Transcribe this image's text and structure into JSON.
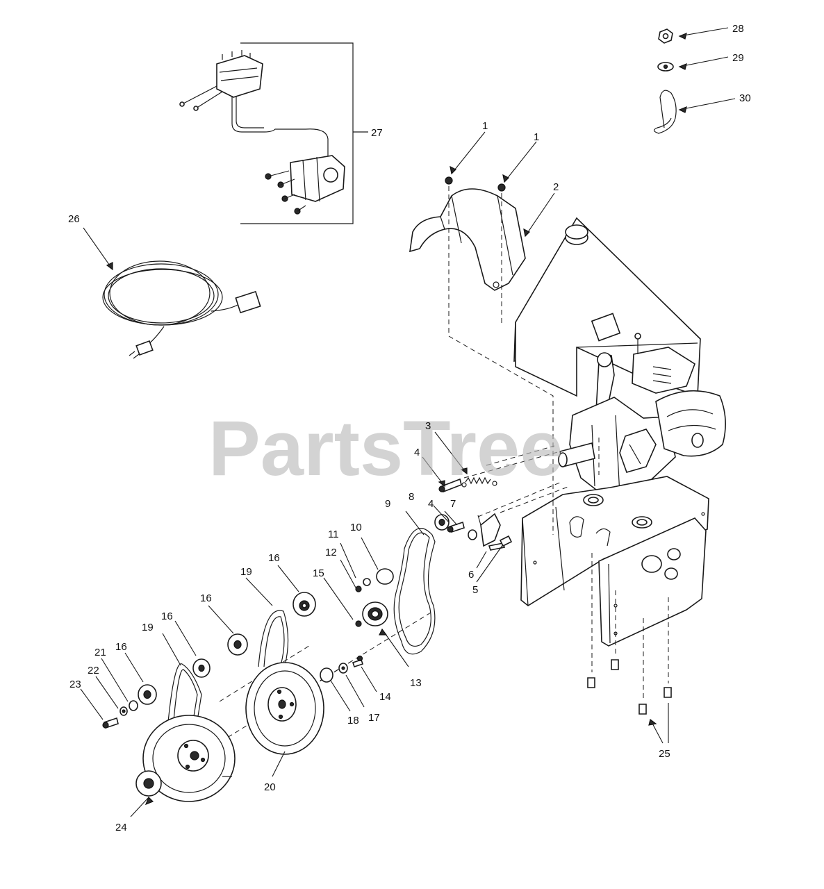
{
  "watermark": "PartsTree",
  "colors": {
    "ink": "#1a1a1a",
    "watermark": "#b9b9b9",
    "background": "#ffffff"
  },
  "callouts": {
    "c1a": "1",
    "c1b": "1",
    "c2": "2",
    "c3": "3",
    "c4a": "4",
    "c4b": "4",
    "c5": "5",
    "c6": "6",
    "c7": "7",
    "c8": "8",
    "c9": "9",
    "c10": "10",
    "c11": "11",
    "c12": "12",
    "c13": "13",
    "c14": "14",
    "c15": "15",
    "c16a": "16",
    "c16b": "16",
    "c16c": "16",
    "c16d": "16",
    "c17": "17",
    "c18": "18",
    "c19a": "19",
    "c19b": "19",
    "c20": "20",
    "c21": "21",
    "c22": "22",
    "c23": "23",
    "c24": "24",
    "c25": "25",
    "c26": "26",
    "c27": "27",
    "c28": "28",
    "c29": "29",
    "c30": "30"
  }
}
